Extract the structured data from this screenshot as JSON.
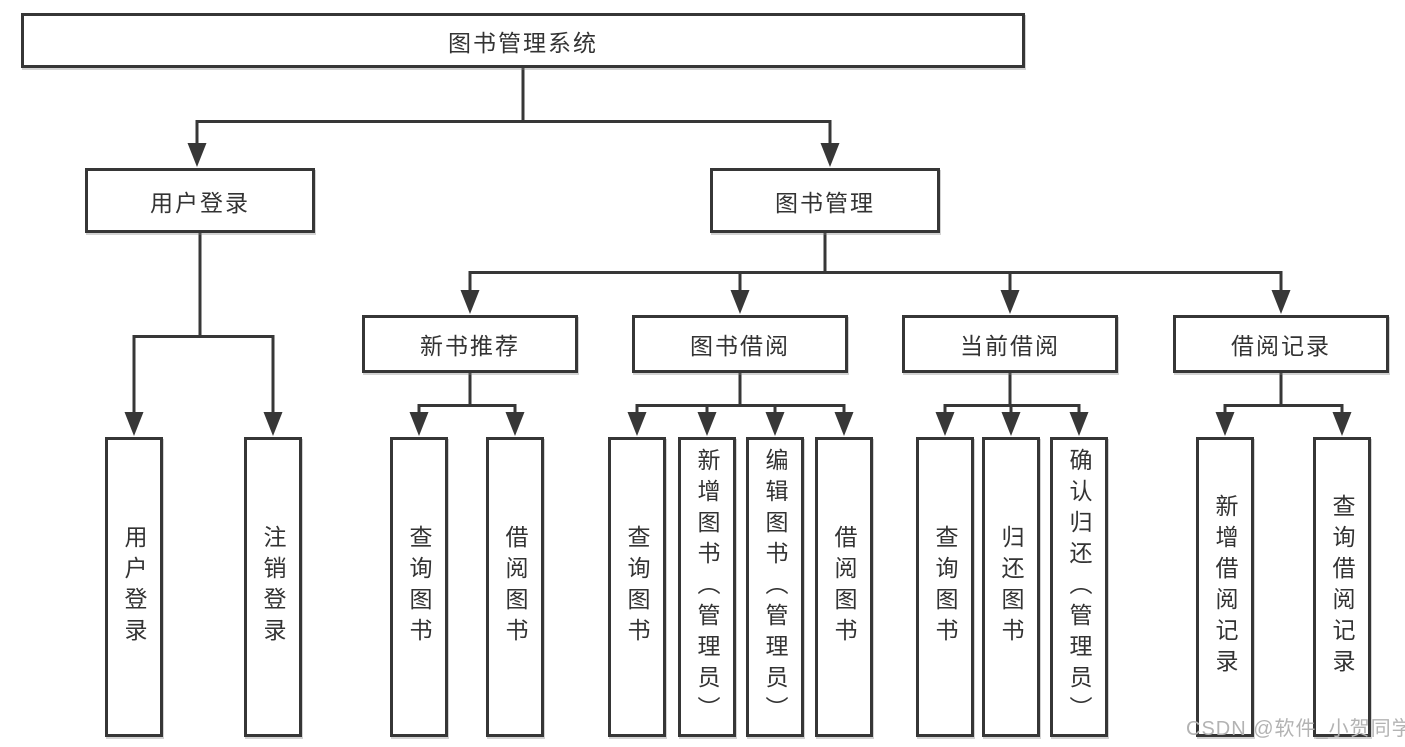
{
  "diagram": {
    "title": "图书管理系统",
    "nodes": {
      "root": "图书管理系统",
      "login": "用户登录",
      "manage": "图书管理",
      "sections": [
        "新书推荐",
        "图书借阅",
        "当前借阅",
        "借阅记录"
      ],
      "login_children": [
        "用户登录",
        "注销登录"
      ],
      "recommend_children": [
        "查询图书",
        "借阅图书"
      ],
      "borrow_children": [
        "查询图书",
        "新增图书（管理员）",
        "编辑图书（管理员）",
        "借阅图书"
      ],
      "current_children": [
        "查询图书",
        "归还图书",
        "确认归还（管理员）"
      ],
      "record_children": [
        "新增借阅记录",
        "查询借阅记录"
      ]
    },
    "colors": {
      "line": "#373737",
      "border": "#363636",
      "text": "#333333",
      "background": "#ffffff",
      "watermark": "#b3b3b3"
    }
  },
  "watermark": "CSDN @软件_小贺同学"
}
